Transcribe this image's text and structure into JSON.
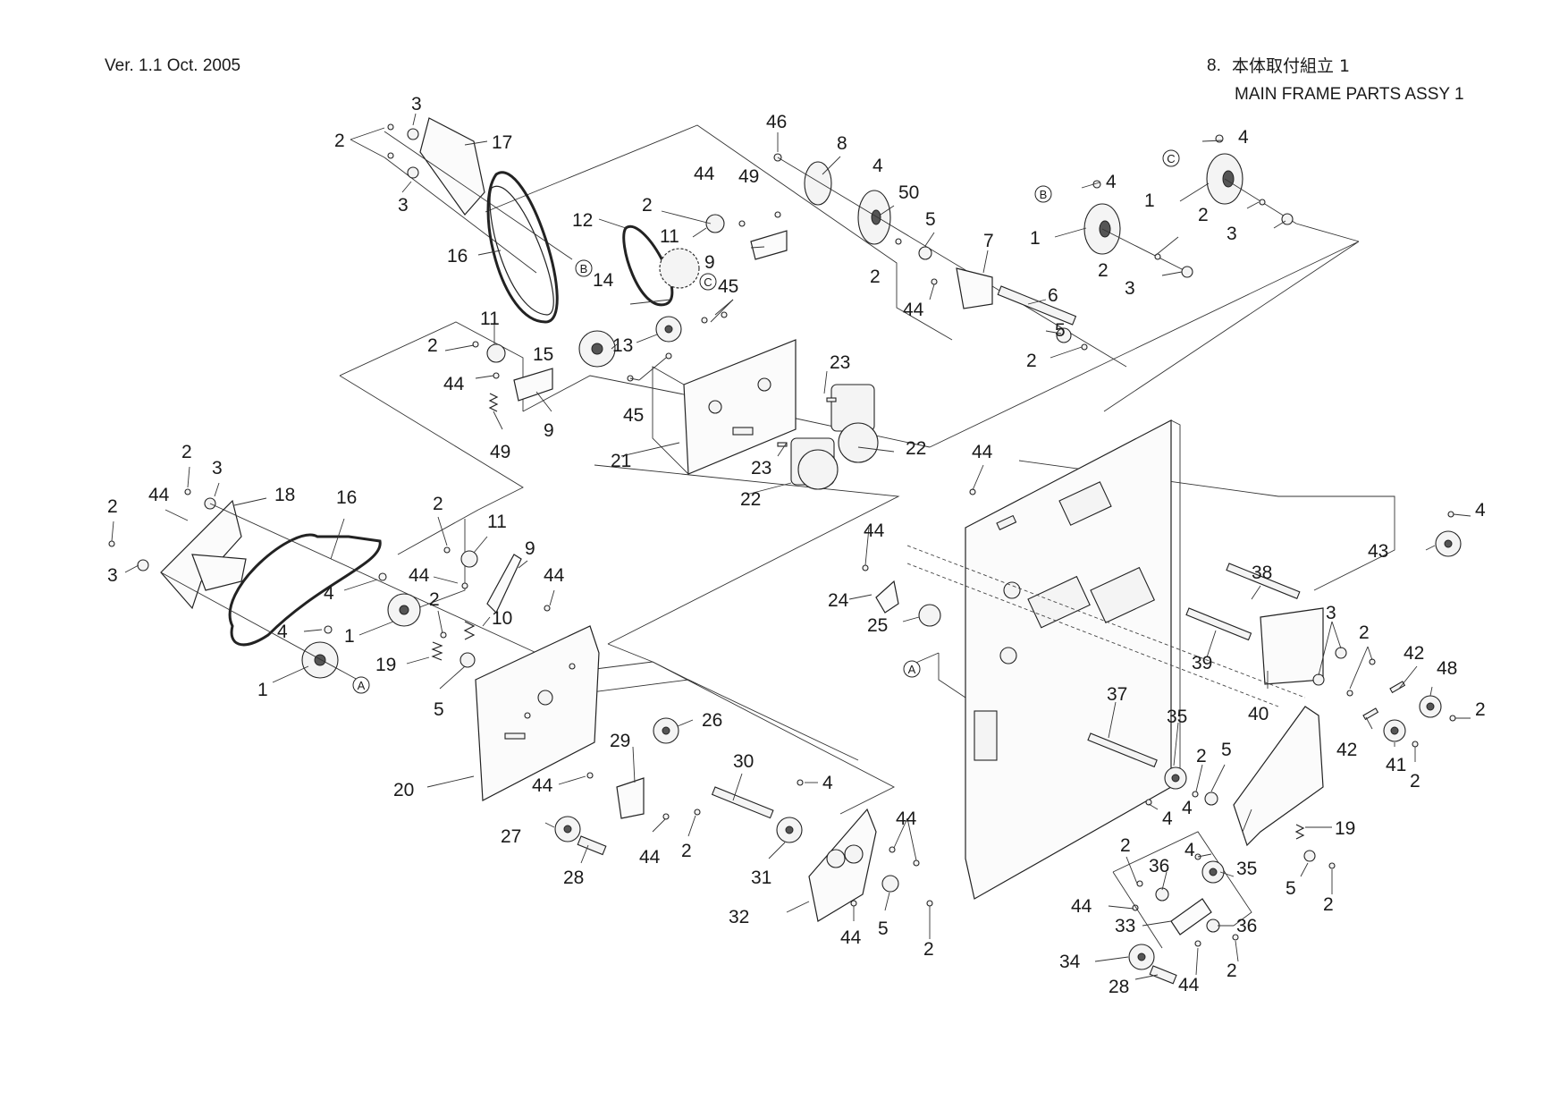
{
  "header": {
    "version": "Ver. 1.1  Oct. 2005",
    "section_number": "8.",
    "section_title_jp": "本体取付組立  1",
    "section_title_en": "MAIN FRAME PARTS ASSY 1"
  },
  "callouts": [
    {
      "id": "c1",
      "text": "3"
    },
    {
      "id": "c2",
      "text": "2"
    },
    {
      "id": "c3",
      "text": "17"
    },
    {
      "id": "c4",
      "text": "3"
    },
    {
      "id": "c5",
      "text": "16"
    },
    {
      "id": "c6",
      "text": "12"
    },
    {
      "id": "c7",
      "text": "2"
    },
    {
      "id": "c8",
      "text": "44"
    },
    {
      "id": "c9",
      "text": "49"
    },
    {
      "id": "c10",
      "text": "46"
    },
    {
      "id": "c11",
      "text": "8"
    },
    {
      "id": "c12",
      "text": "4"
    },
    {
      "id": "c13",
      "text": "50"
    },
    {
      "id": "c14",
      "text": "11"
    },
    {
      "id": "c15",
      "text": "9"
    },
    {
      "id": "c16",
      "text": "14"
    },
    {
      "id": "c17",
      "text": "45"
    },
    {
      "id": "c18",
      "text": "5"
    },
    {
      "id": "c19",
      "text": "2"
    },
    {
      "id": "c20",
      "text": "7"
    },
    {
      "id": "c21",
      "text": "44"
    },
    {
      "id": "c22",
      "text": "6"
    },
    {
      "id": "c23",
      "text": "4"
    },
    {
      "id": "c24",
      "text": "1"
    },
    {
      "id": "c25",
      "text": "2"
    },
    {
      "id": "c26",
      "text": "3"
    },
    {
      "id": "c27",
      "text": "4"
    },
    {
      "id": "c28",
      "text": "1"
    },
    {
      "id": "c29",
      "text": "2"
    },
    {
      "id": "c30",
      "text": "3"
    },
    {
      "id": "c31",
      "text": "5"
    },
    {
      "id": "c32",
      "text": "2"
    },
    {
      "id": "c33",
      "text": "11"
    },
    {
      "id": "c34",
      "text": "2"
    },
    {
      "id": "c35",
      "text": "15"
    },
    {
      "id": "c36",
      "text": "13"
    },
    {
      "id": "c37",
      "text": "44"
    },
    {
      "id": "c38",
      "text": "45"
    },
    {
      "id": "c39",
      "text": "9"
    },
    {
      "id": "c40",
      "text": "49"
    },
    {
      "id": "c41",
      "text": "23"
    },
    {
      "id": "c42",
      "text": "21"
    },
    {
      "id": "c43",
      "text": "23"
    },
    {
      "id": "c44",
      "text": "22"
    },
    {
      "id": "c45",
      "text": "22"
    },
    {
      "id": "c46",
      "text": "44"
    },
    {
      "id": "c47",
      "text": "2"
    },
    {
      "id": "c48",
      "text": "3"
    },
    {
      "id": "c49",
      "text": "44"
    },
    {
      "id": "c50",
      "text": "18"
    },
    {
      "id": "c51",
      "text": "16"
    },
    {
      "id": "c52",
      "text": "2"
    },
    {
      "id": "c53",
      "text": "3"
    },
    {
      "id": "c54",
      "text": "4"
    },
    {
      "id": "c55",
      "text": "1"
    },
    {
      "id": "c56",
      "text": "4"
    },
    {
      "id": "c57",
      "text": "1"
    },
    {
      "id": "c58",
      "text": "2"
    },
    {
      "id": "c59",
      "text": "11"
    },
    {
      "id": "c60",
      "text": "9"
    },
    {
      "id": "c61",
      "text": "44"
    },
    {
      "id": "c62",
      "text": "44"
    },
    {
      "id": "c63",
      "text": "10"
    },
    {
      "id": "c64",
      "text": "2"
    },
    {
      "id": "c65",
      "text": "19"
    },
    {
      "id": "c66",
      "text": "5"
    },
    {
      "id": "c67",
      "text": "20"
    },
    {
      "id": "c68",
      "text": "26"
    },
    {
      "id": "c69",
      "text": "29"
    },
    {
      "id": "c70",
      "text": "44"
    },
    {
      "id": "c71",
      "text": "27"
    },
    {
      "id": "c72",
      "text": "28"
    },
    {
      "id": "c73",
      "text": "44"
    },
    {
      "id": "c74",
      "text": "2"
    },
    {
      "id": "c75",
      "text": "30"
    },
    {
      "id": "c76",
      "text": "4"
    },
    {
      "id": "c77",
      "text": "31"
    },
    {
      "id": "c78",
      "text": "32"
    },
    {
      "id": "c79",
      "text": "44"
    },
    {
      "id": "c80",
      "text": "44"
    },
    {
      "id": "c81",
      "text": "5"
    },
    {
      "id": "c82",
      "text": "2"
    },
    {
      "id": "c83",
      "text": "44"
    },
    {
      "id": "c84",
      "text": "24"
    },
    {
      "id": "c85",
      "text": "25"
    },
    {
      "id": "c86",
      "text": "37"
    },
    {
      "id": "c87",
      "text": "35"
    },
    {
      "id": "c88",
      "text": "2"
    },
    {
      "id": "c89",
      "text": "5"
    },
    {
      "id": "c90",
      "text": "4"
    },
    {
      "id": "c91",
      "text": "38"
    },
    {
      "id": "c92",
      "text": "39"
    },
    {
      "id": "c93",
      "text": "3"
    },
    {
      "id": "c94",
      "text": "2"
    },
    {
      "id": "c95",
      "text": "42"
    },
    {
      "id": "c96",
      "text": "48"
    },
    {
      "id": "c97",
      "text": "2"
    },
    {
      "id": "c98",
      "text": "40"
    },
    {
      "id": "c99",
      "text": "42"
    },
    {
      "id": "c100",
      "text": "41"
    },
    {
      "id": "c101",
      "text": "2"
    },
    {
      "id": "c102",
      "text": "4"
    },
    {
      "id": "c103",
      "text": "43"
    },
    {
      "id": "c104",
      "text": "19"
    },
    {
      "id": "c105",
      "text": "2"
    },
    {
      "id": "c106",
      "text": "36"
    },
    {
      "id": "c107",
      "text": "4"
    },
    {
      "id": "c108",
      "text": "35"
    },
    {
      "id": "c109",
      "text": "5"
    },
    {
      "id": "c110",
      "text": "2"
    },
    {
      "id": "c111",
      "text": "44"
    },
    {
      "id": "c112",
      "text": "33"
    },
    {
      "id": "c113",
      "text": "36"
    },
    {
      "id": "c114",
      "text": "34"
    },
    {
      "id": "c115",
      "text": "28"
    },
    {
      "id": "c116",
      "text": "44"
    },
    {
      "id": "c117",
      "text": "2"
    },
    {
      "id": "c118",
      "text": "4"
    }
  ],
  "reference_marks": [
    {
      "id": "rB1",
      "text": "B"
    },
    {
      "id": "rC1",
      "text": "C"
    },
    {
      "id": "rB2",
      "text": "B"
    },
    {
      "id": "rC2",
      "text": "C"
    },
    {
      "id": "rA1",
      "text": "A"
    },
    {
      "id": "rA2",
      "text": "A"
    }
  ]
}
